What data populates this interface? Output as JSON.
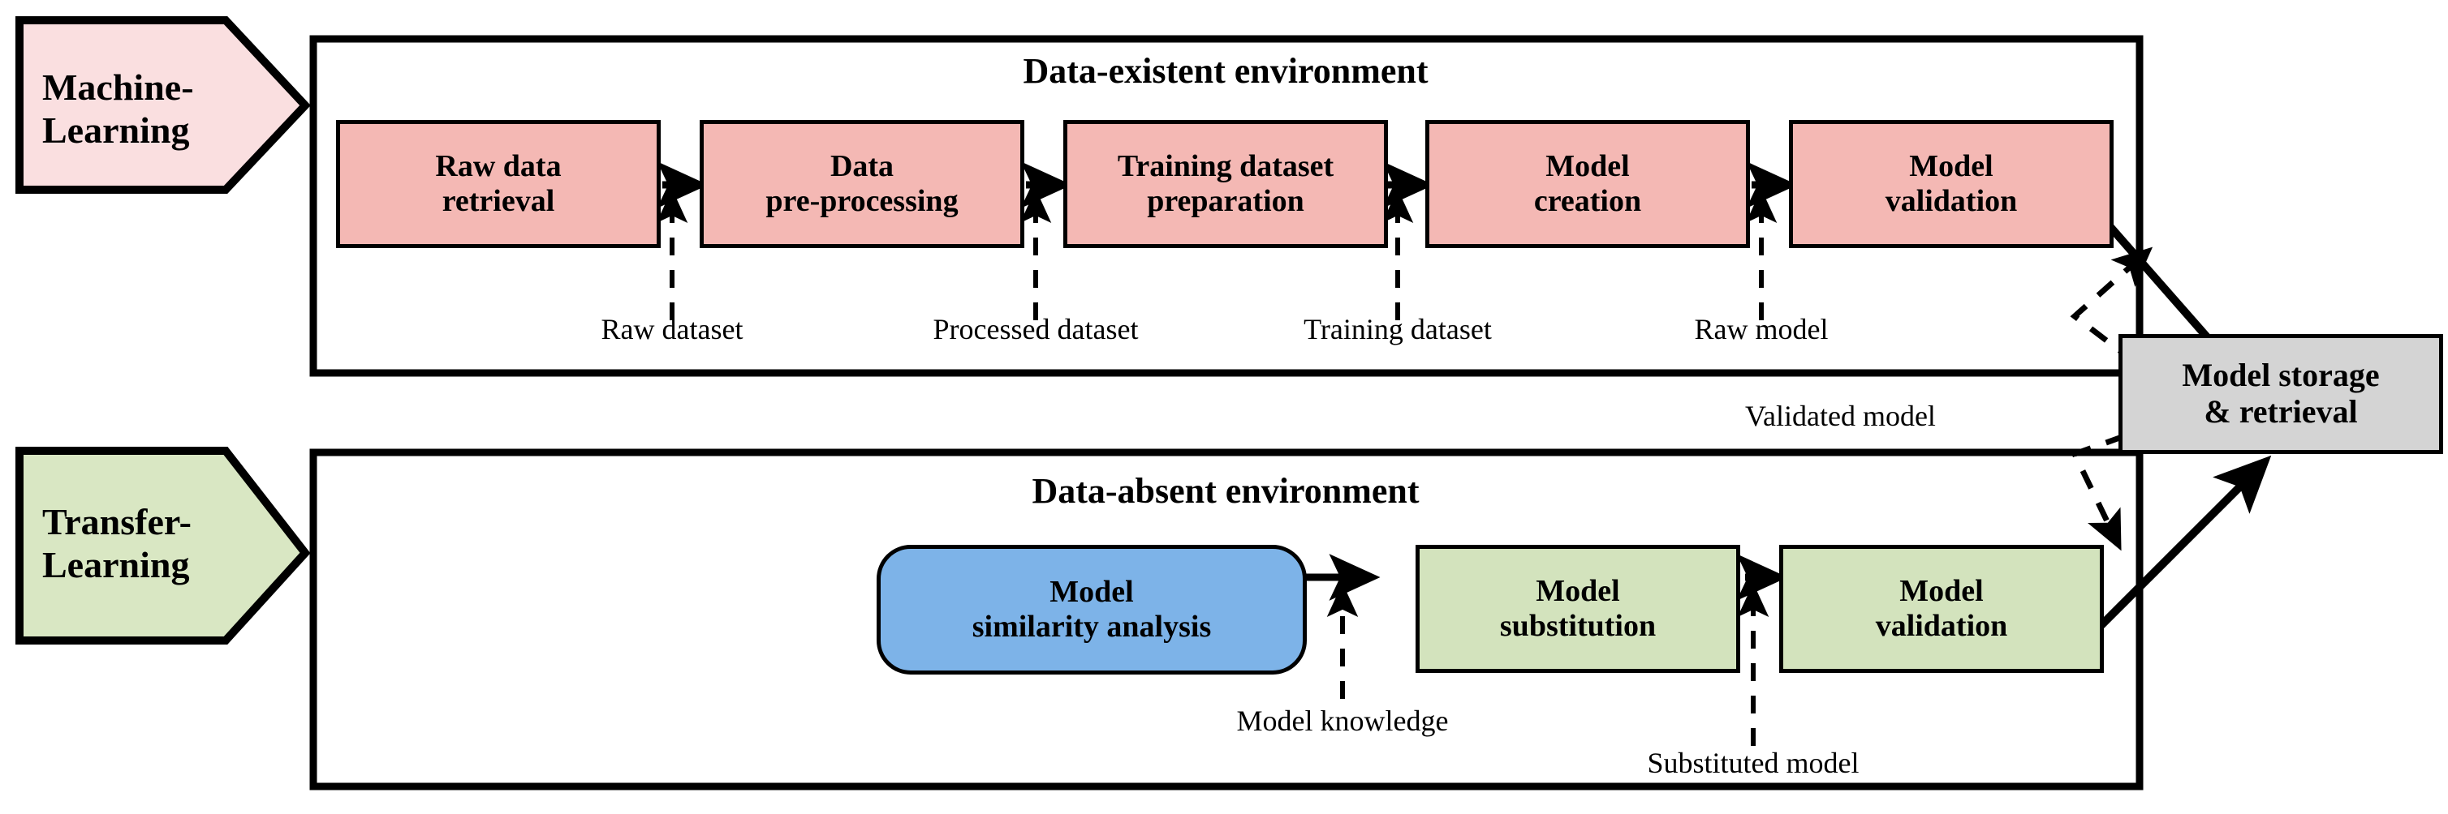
{
  "diagram": {
    "title": "Machine-Learning and Transfer-Learning model lifecycle",
    "colors": {
      "pink_stage": "#f4b8b4",
      "pink_pentagon": "#fadfe0",
      "green_stage": "#d3e3bd",
      "green_pentagon": "#d9e7c3",
      "blue_stage": "#7db3e8",
      "gray_store": "#d4d4d4",
      "stroke": "#000000",
      "background": "#ffffff"
    }
  },
  "lanes": [
    {
      "id": "machine-learning",
      "pentagon_label": "Machine-\nLearning",
      "pentagon_line1": "Machine-",
      "pentagon_line2": "Learning",
      "env_title": "Data-existent environment",
      "stages": [
        {
          "id": "raw-data-retrieval",
          "line1": "Raw data",
          "line2": "retrieval"
        },
        {
          "id": "data-pre-processing",
          "line1": "Data",
          "line2": "pre-processing"
        },
        {
          "id": "training-dataset-preparation",
          "line1": "Training dataset",
          "line2": "preparation"
        },
        {
          "id": "model-creation",
          "line1": "Model",
          "line2": "creation"
        },
        {
          "id": "model-validation",
          "line1": "Model",
          "line2": "validation"
        }
      ],
      "flow_labels": [
        {
          "id": "raw-dataset",
          "text": "Raw dataset"
        },
        {
          "id": "processed-dataset",
          "text": "Processed dataset"
        },
        {
          "id": "training-dataset",
          "text": "Training dataset"
        },
        {
          "id": "raw-model",
          "text": "Raw model"
        }
      ]
    },
    {
      "id": "transfer-learning",
      "pentagon_label": "Transfer-\nLearning",
      "pentagon_line1": "Transfer-",
      "pentagon_line2": "Learning",
      "env_title": "Data-absent environment",
      "stages": [
        {
          "id": "model-similarity-analysis",
          "line1": "Model",
          "line2": "similarity  analysis"
        },
        {
          "id": "model-substitution",
          "line1": "Model",
          "line2": "substitution"
        },
        {
          "id": "model-validation-tl",
          "line1": "Model",
          "line2": "validation"
        }
      ],
      "flow_labels": [
        {
          "id": "model-knowledge",
          "text": "Model knowledge"
        },
        {
          "id": "substituted-model",
          "text": "Substituted model"
        }
      ]
    }
  ],
  "storage": {
    "id": "model-storage-retrieval",
    "line1": "Model storage",
    "line2": "& retrieval"
  },
  "shared_labels": [
    {
      "id": "validated-model",
      "text": "Validated model"
    }
  ]
}
